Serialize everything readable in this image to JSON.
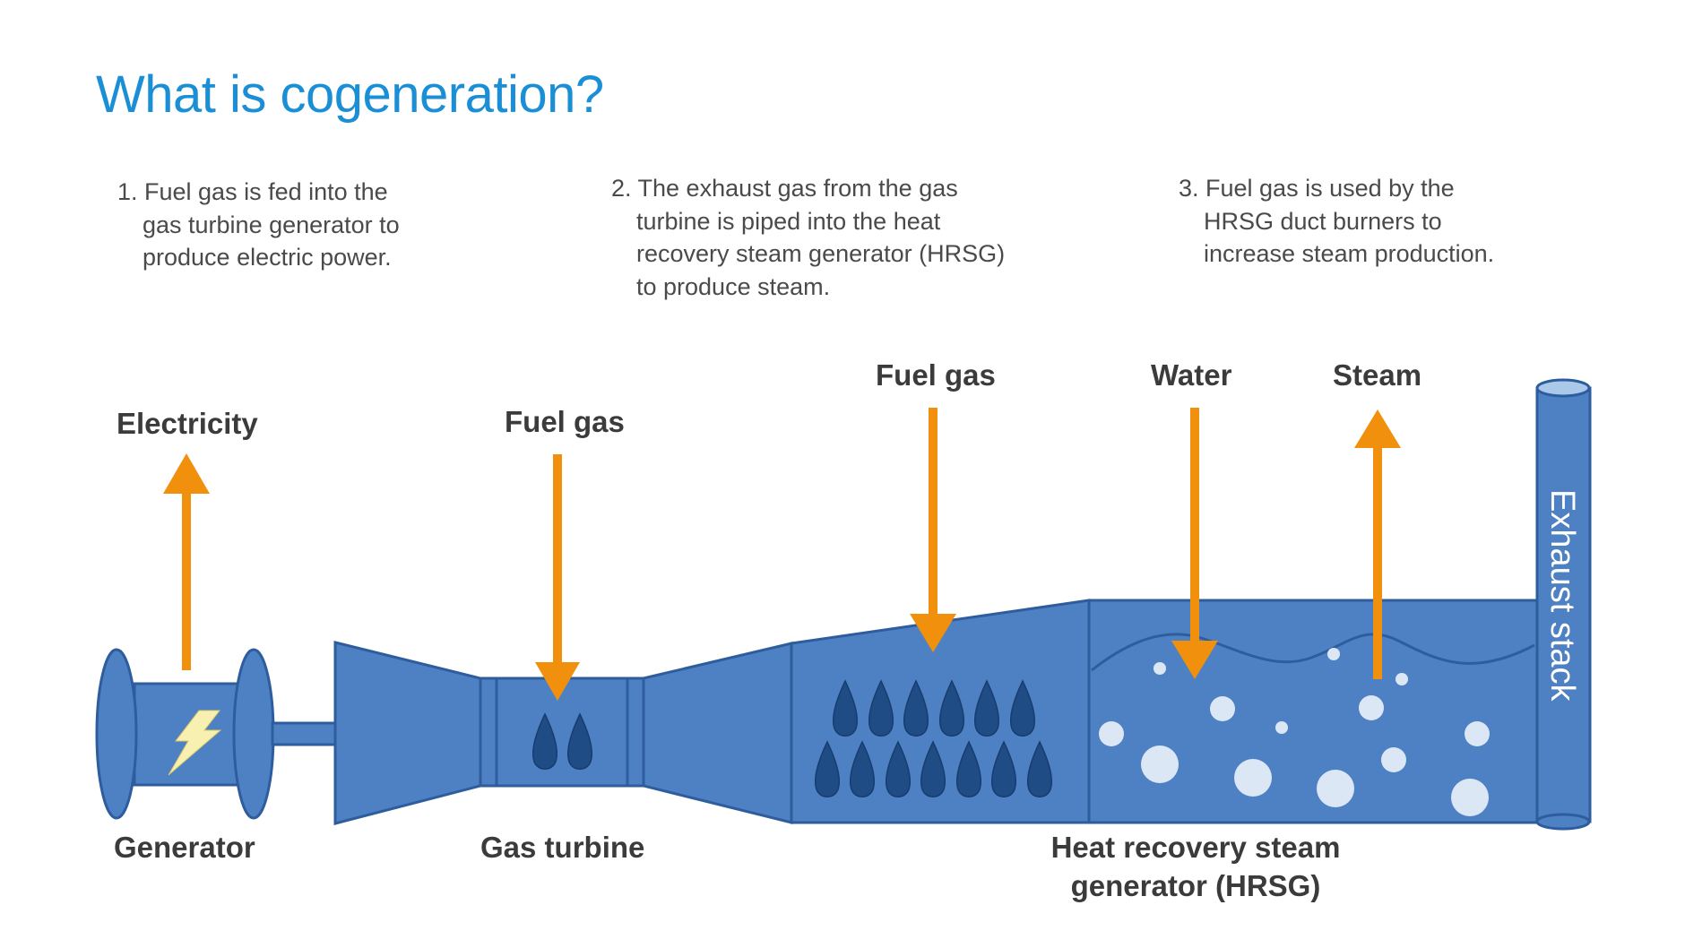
{
  "title": "What is cogeneration?",
  "steps": [
    {
      "lines": [
        "1. Fuel gas is fed into the",
        "gas turbine generator to",
        "produce electric power."
      ]
    },
    {
      "lines": [
        "2. The exhaust gas from the gas",
        "turbine is piped into the heat",
        "recovery steam generator (HRSG)",
        "to produce steam."
      ]
    },
    {
      "lines": [
        "3. Fuel gas is used by the",
        "HRSG duct burners to",
        "increase steam production."
      ]
    }
  ],
  "labels": {
    "electricity": "Electricity",
    "fuel_gas_turbine": "Fuel gas",
    "fuel_gas_hrsg": "Fuel gas",
    "water": "Water",
    "steam": "Steam",
    "exhaust_stack": "Exhaust stack",
    "generator": "Generator",
    "gas_turbine": "Gas turbine",
    "hrsg_line1": "Heat recovery steam",
    "hrsg_line2": "generator (HRSG)"
  },
  "colors": {
    "title": "#1a8fd6",
    "equipment_fill": "#4e81c4",
    "equipment_stroke": "#2e5d9e",
    "flame": "#1f4c85",
    "arrow": "#f0900c",
    "bubble": "#dce7f5",
    "lightning": "#f8f0b0"
  },
  "icons": [
    "lightning-bolt-icon",
    "flame-icon",
    "bubble-icon",
    "arrow-up-icon",
    "arrow-down-icon"
  ]
}
